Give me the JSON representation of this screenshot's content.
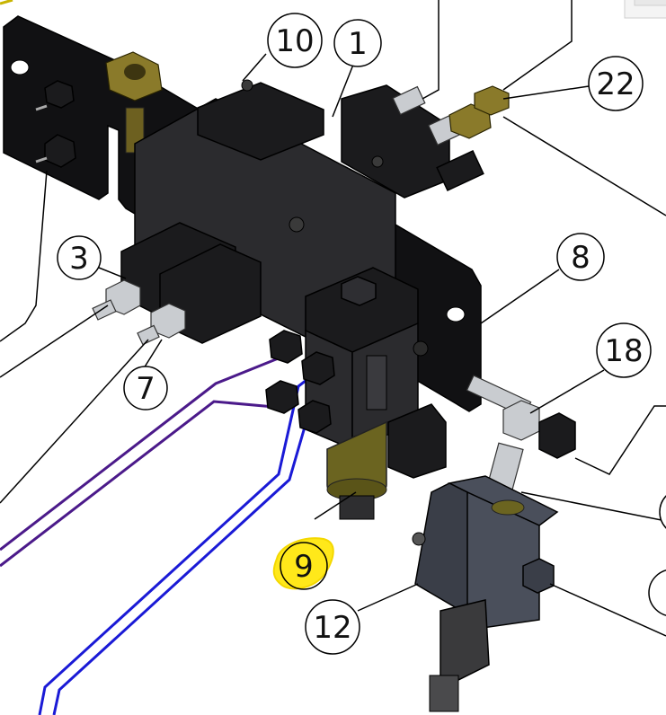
{
  "callouts": [
    {
      "id": "c10",
      "label": "10"
    },
    {
      "id": "c1",
      "label": "1"
    },
    {
      "id": "c22",
      "label": "22"
    },
    {
      "id": "c3",
      "label": "3"
    },
    {
      "id": "c8",
      "label": "8"
    },
    {
      "id": "c7",
      "label": "7"
    },
    {
      "id": "c18",
      "label": "18"
    },
    {
      "id": "c9",
      "label": "9"
    },
    {
      "id": "c12",
      "label": "12"
    }
  ],
  "colors": {
    "highlight": "#ffe81a",
    "tube_purple": "#4b1a8a",
    "tube_blue": "#1a1ad6",
    "brass": "#8a7a2a",
    "manifold": "#1b1b1d",
    "relief_block": "#4a4f5b"
  }
}
